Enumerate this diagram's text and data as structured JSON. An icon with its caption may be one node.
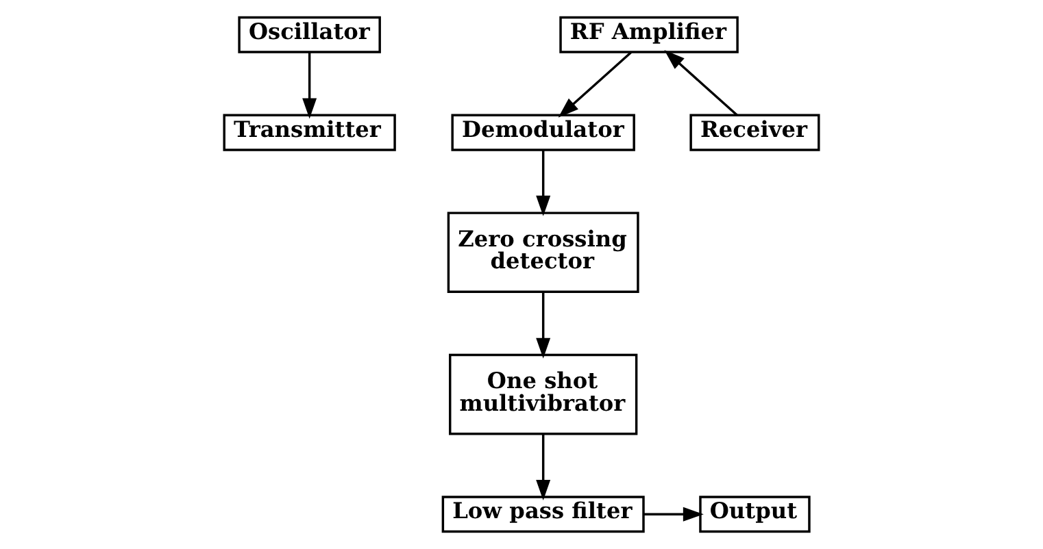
{
  "diagram": {
    "nodes": [
      {
        "text": [
          "Oscillator"
        ]
      },
      {
        "text": [
          "Transmitter"
        ]
      },
      {
        "text": [
          "RF Amplifier"
        ]
      },
      {
        "text": [
          "Receiver"
        ]
      },
      {
        "text": [
          "Demodulator"
        ]
      },
      {
        "text": [
          "Zero crossing detector"
        ]
      },
      {
        "text": [
          "One shot multivibrator"
        ]
      },
      {
        "text": [
          "Low pass filter"
        ]
      },
      {
        "text": [
          "Output"
        ]
      }
    ],
    "edges": [
      {
        "from": 0,
        "to": 1,
        "arrow": "to"
      },
      {
        "from": 3,
        "to": 2,
        "arrow": "to"
      },
      {
        "from": 2,
        "to": 4,
        "arrow": "to"
      },
      {
        "from": 4,
        "to": 5,
        "arrow": "to"
      },
      {
        "from": 5,
        "to": 6,
        "arrow": "to"
      },
      {
        "from": 6,
        "to": 7,
        "arrow": "to"
      },
      {
        "from": 7,
        "to": 8,
        "arrow": "to"
      }
    ]
  }
}
